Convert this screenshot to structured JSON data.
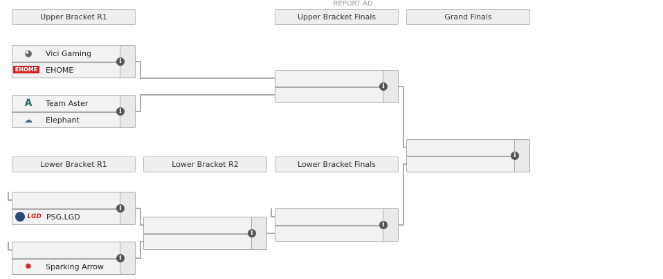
{
  "ad_label": "REPORT AD",
  "headers": {
    "ubr1": "Upper Bracket R1",
    "ubf": "Upper Bracket Finals",
    "gf": "Grand Finals",
    "lbr1": "Lower Bracket R1",
    "lbr2": "Lower Bracket R2",
    "lbf": "Lower Bracket Finals"
  },
  "matches": {
    "ub1": {
      "team1": "Vici Gaming",
      "team2": "EHOME"
    },
    "ub2": {
      "team1": "Team Aster",
      "team2": "Elephant"
    },
    "lb1": {
      "team1": "",
      "team2": "PSG.LGD"
    },
    "lb2": {
      "team1": "",
      "team2": "Sparking Arrow"
    }
  },
  "logos": {
    "ehome": "EHOME",
    "lgd": "LGD"
  },
  "colors": {
    "line": "#aaaaaa",
    "box": "#f2f2f2",
    "info": "#555555"
  }
}
